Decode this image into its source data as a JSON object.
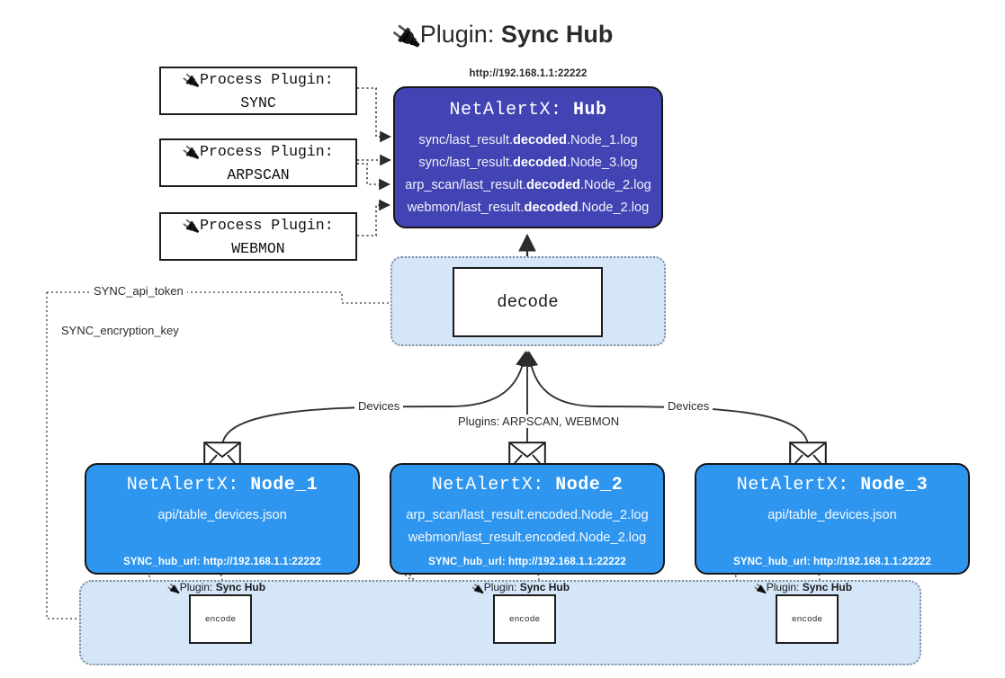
{
  "title": {
    "icon": "plug-icon",
    "prefix": "Plugin: ",
    "name": "Sync Hub"
  },
  "process_plugins": [
    {
      "line1_prefix": "Process Plugin:",
      "line2": "SYNC"
    },
    {
      "line1_prefix": "Process Plugin:",
      "line2": "ARPSCAN"
    },
    {
      "line1_prefix": "Process Plugin:",
      "line2": "WEBMON"
    }
  ],
  "hub": {
    "url": "http://192.168.1.1:22222",
    "title_prefix": "NetAlertX: ",
    "title_name": "Hub",
    "logs": [
      {
        "pre": "sync/last_result.",
        "mid": "decoded",
        "post": ".Node_1.log"
      },
      {
        "pre": "sync/last_result.",
        "mid": "decoded",
        "post": ".Node_3.log"
      },
      {
        "pre": "arp_scan/last_result.",
        "mid": "decoded",
        "post": ".Node_2.log"
      },
      {
        "pre": "webmon/last_result.",
        "mid": "decoded",
        "post": ".Node_2.log"
      }
    ]
  },
  "decode": {
    "label": "decode"
  },
  "settings": {
    "api_token": "SYNC_api_token",
    "encryption_key": "SYNC_encryption_key"
  },
  "edge_labels": {
    "devices_left": "Devices",
    "devices_right": "Devices",
    "plugins_center": "Plugins: ARPSCAN, WEBMON"
  },
  "nodes": [
    {
      "title_prefix": "NetAlertX: ",
      "title_name": "Node_1",
      "lines": [
        "api/table_devices.json"
      ],
      "footer": "SYNC_hub_url: http://192.168.1.1:22222",
      "icon": "envelope-icon"
    },
    {
      "title_prefix": "NetAlertX: ",
      "title_name": "Node_2",
      "lines": [
        "arp_scan/last_result.encoded.Node_2.log",
        "webmon/last_result.encoded.Node_2.log"
      ],
      "footer": "SYNC_hub_url: http://192.168.1.1:22222",
      "icon": "envelope-icon"
    },
    {
      "title_prefix": "NetAlertX: ",
      "title_name": "Node_3",
      "lines": [
        "api/table_devices.json"
      ],
      "footer": "SYNC_hub_url: http://192.168.1.1:22222",
      "icon": "envelope-icon"
    }
  ],
  "encoders": [
    {
      "label_prefix": "Plugin: ",
      "label_name": "Sync Hub",
      "box": "encode"
    },
    {
      "label_prefix": "Plugin: ",
      "label_name": "Sync Hub",
      "box": "encode"
    },
    {
      "label_prefix": "Plugin: ",
      "label_name": "Sync Hub",
      "box": "encode"
    }
  ],
  "colors": {
    "hub_fill": "#4244b4",
    "node_fill": "#2f96f0",
    "group_fill": "#d4e6f8",
    "stroke": "#1d1d1d"
  }
}
